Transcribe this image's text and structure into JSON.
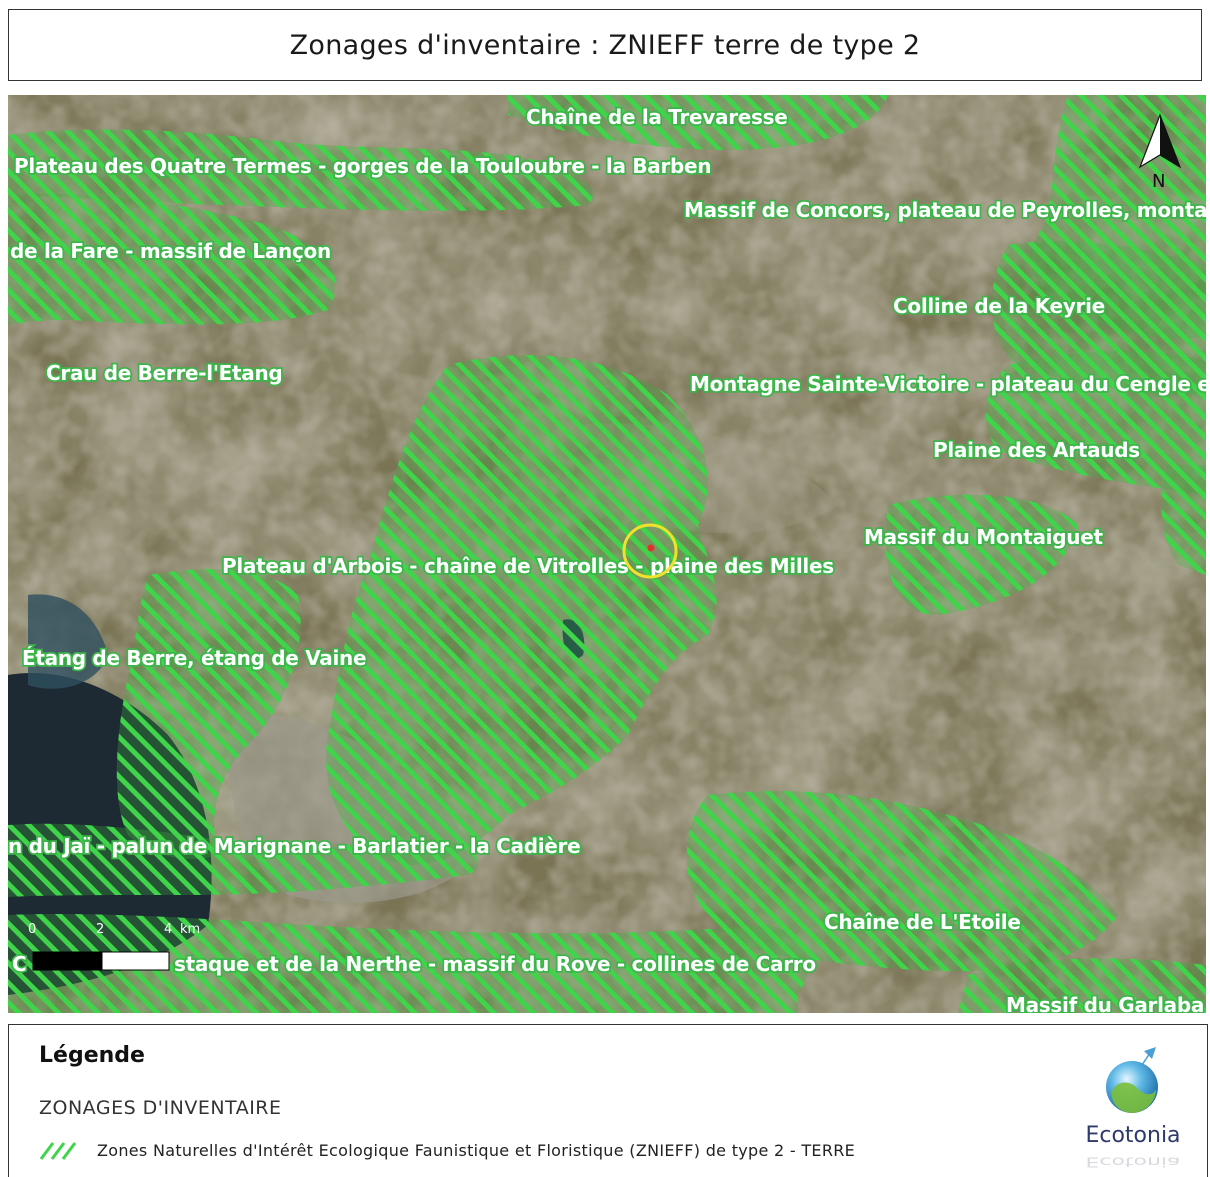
{
  "title": "Zonages d'inventaire : ZNIEFF terre de type 2",
  "map": {
    "colors": {
      "hatch": "#3fd44a",
      "hatch_bg": "rgba(60,175,60,0.35)",
      "label_stroke": "#3db54a",
      "site_marker": "#f0e22a"
    },
    "zone_labels": [
      "Chaîne de la Trevaresse",
      "Plateau des Quatre Termes - gorges de la Touloubre - la Barben",
      "Massif de Concors, plateau de Peyrolles, montag",
      "de la Fare - massif de Lançon",
      "Colline de la Keyrie",
      "Crau de Berre-l'Etang",
      "Montagne Sainte-Victoire - plateau du Cengle e",
      "Plaine des Artauds",
      "Massif du Montaiguet",
      "Plateau d'Arbois - chaîne de Vitrolles - plaine des Milles",
      "Étang de Berre, étang de Vaine",
      "n du Jaï - palun de Marignane - Barlatier - la Cadière",
      "Chaîne de L'Etoile",
      "C",
      "staque et de la Nerthe - massif du Rove - collines de Carro",
      "Massif du Garlaba"
    ],
    "north_arrow": {
      "icon": "north-arrow-icon",
      "label": "N"
    },
    "scale_bar": {
      "ticks": [
        "0",
        "2",
        "4"
      ],
      "unit": "km"
    }
  },
  "legend": {
    "title": "Légende",
    "section": "ZONAGES D'INVENTAIRE",
    "item": {
      "icon": "hatch-swatch-icon",
      "label": "Zones Naturelles d'Intérêt Ecologique Faunistique et Floristique (ZNIEFF) de type 2 - TERRE"
    },
    "logo": {
      "icon": "ecotonia-globe-icon",
      "name": "Ecotonia"
    }
  }
}
